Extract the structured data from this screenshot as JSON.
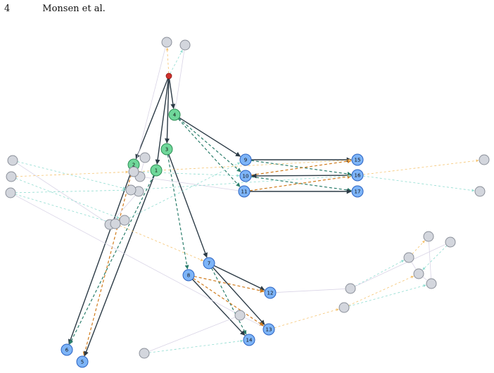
{
  "header": {
    "page_number": "4",
    "running_head": "Monsen et al."
  },
  "figure": {
    "colors": {
      "root": "#d0312d",
      "green_node": "#6fd79a",
      "blue_node": "#7db4f7",
      "gray_node": "#d3d6dd",
      "solid_edge": "#2b3a45",
      "teal_dash": "#2a7d6b",
      "orange_dash": "#d07b1c",
      "faint_edge": "#d9d4e6",
      "faint_teal": "#8fdcd0",
      "faint_orange": "#f5c471"
    },
    "nodes": [
      {
        "id": "root",
        "kind": "root"
      },
      {
        "id": "n1",
        "kind": "green",
        "label": "1"
      },
      {
        "id": "n2",
        "kind": "green",
        "label": "2"
      },
      {
        "id": "n3",
        "kind": "green",
        "label": "3"
      },
      {
        "id": "n4",
        "kind": "green",
        "label": "4"
      },
      {
        "id": "n5",
        "kind": "blue",
        "label": "5"
      },
      {
        "id": "n6",
        "kind": "blue",
        "label": "6"
      },
      {
        "id": "n7",
        "kind": "blue",
        "label": "7"
      },
      {
        "id": "n8",
        "kind": "blue",
        "label": "8"
      },
      {
        "id": "n9",
        "kind": "blue",
        "label": "9"
      },
      {
        "id": "n10",
        "kind": "blue",
        "label": "10"
      },
      {
        "id": "n11",
        "kind": "blue",
        "label": "11"
      },
      {
        "id": "n12",
        "kind": "blue",
        "label": "12"
      },
      {
        "id": "n13",
        "kind": "blue",
        "label": "13"
      },
      {
        "id": "n14",
        "kind": "blue",
        "label": "14"
      },
      {
        "id": "n15",
        "kind": "blue",
        "label": "15"
      },
      {
        "id": "n16",
        "kind": "blue",
        "label": "16"
      },
      {
        "id": "n17",
        "kind": "blue",
        "label": "17"
      },
      {
        "id": "g1",
        "kind": "gray"
      },
      {
        "id": "g2",
        "kind": "gray"
      },
      {
        "id": "g3",
        "kind": "gray"
      },
      {
        "id": "g4",
        "kind": "gray"
      },
      {
        "id": "g5",
        "kind": "gray"
      },
      {
        "id": "g6",
        "kind": "gray"
      },
      {
        "id": "g7",
        "kind": "gray"
      },
      {
        "id": "g8",
        "kind": "gray"
      },
      {
        "id": "g9",
        "kind": "gray"
      },
      {
        "id": "g10",
        "kind": "gray"
      },
      {
        "id": "g11",
        "kind": "gray"
      },
      {
        "id": "g12",
        "kind": "gray"
      },
      {
        "id": "g13",
        "kind": "gray"
      },
      {
        "id": "g14",
        "kind": "gray"
      },
      {
        "id": "g15",
        "kind": "gray"
      },
      {
        "id": "g16",
        "kind": "gray"
      },
      {
        "id": "g17",
        "kind": "gray"
      },
      {
        "id": "g18",
        "kind": "gray"
      },
      {
        "id": "g19",
        "kind": "gray"
      },
      {
        "id": "g20",
        "kind": "gray"
      },
      {
        "id": "g21",
        "kind": "gray"
      },
      {
        "id": "g22",
        "kind": "gray"
      },
      {
        "id": "g23",
        "kind": "gray"
      },
      {
        "id": "g24",
        "kind": "gray"
      }
    ],
    "edges": [
      {
        "from": "root",
        "to": "n1",
        "style": "solid"
      },
      {
        "from": "root",
        "to": "n2",
        "style": "solid"
      },
      {
        "from": "root",
        "to": "n3",
        "style": "solid"
      },
      {
        "from": "root",
        "to": "n4",
        "style": "solid"
      },
      {
        "from": "n4",
        "to": "n9",
        "style": "solid"
      },
      {
        "from": "n4",
        "to": "n10",
        "style": "teal"
      },
      {
        "from": "n4",
        "to": "n11",
        "style": "teal"
      },
      {
        "from": "n9",
        "to": "n15",
        "style": "solid"
      },
      {
        "from": "n9",
        "to": "n16",
        "style": "teal"
      },
      {
        "from": "n10",
        "to": "n15",
        "style": "orange"
      },
      {
        "from": "n10",
        "to": "n17",
        "style": "teal"
      },
      {
        "from": "n16",
        "to": "n10",
        "style": "solid"
      },
      {
        "from": "n11",
        "to": "n17",
        "style": "solid"
      },
      {
        "from": "n11",
        "to": "n16",
        "style": "orange"
      },
      {
        "from": "n3",
        "to": "n7",
        "style": "solid"
      },
      {
        "from": "n3",
        "to": "n8",
        "style": "teal"
      },
      {
        "from": "n7",
        "to": "n12",
        "style": "solid"
      },
      {
        "from": "n7",
        "to": "n13",
        "style": "solid"
      },
      {
        "from": "n7",
        "to": "n14",
        "style": "teal"
      },
      {
        "from": "n8",
        "to": "n12",
        "style": "orange"
      },
      {
        "from": "n8",
        "to": "n13",
        "style": "orange"
      },
      {
        "from": "n8",
        "to": "n14",
        "style": "solid"
      },
      {
        "from": "n2",
        "to": "n6",
        "style": "solid"
      },
      {
        "from": "n2",
        "to": "n5",
        "style": "orange"
      },
      {
        "from": "n1",
        "to": "n5",
        "style": "solid"
      },
      {
        "from": "n1",
        "to": "n6",
        "style": "teal"
      },
      {
        "from": "root",
        "to": "g1",
        "style": "faint-orange"
      },
      {
        "from": "root",
        "to": "g2",
        "style": "faint-teal"
      },
      {
        "from": "g1",
        "to": "g11",
        "style": "faint"
      },
      {
        "from": "g2",
        "to": "n4",
        "style": "faint"
      },
      {
        "from": "g3",
        "to": "g12",
        "style": "faint-teal"
      },
      {
        "from": "g3",
        "to": "g9",
        "style": "faint"
      },
      {
        "from": "g4",
        "to": "g10",
        "style": "faint-teal"
      },
      {
        "from": "g4",
        "to": "g11",
        "style": "faint-orange"
      },
      {
        "from": "g5",
        "to": "g12",
        "style": "faint-teal"
      },
      {
        "from": "g5",
        "to": "g13",
        "style": "faint-teal"
      },
      {
        "from": "g5",
        "to": "g15",
        "style": "faint"
      },
      {
        "from": "g6",
        "to": "g7",
        "style": "faint"
      },
      {
        "from": "g7",
        "to": "n11",
        "style": "faint"
      },
      {
        "from": "g8",
        "to": "g9",
        "style": "faint"
      },
      {
        "from": "g10",
        "to": "n9",
        "style": "faint-teal"
      },
      {
        "from": "g11",
        "to": "n10",
        "style": "faint-teal"
      },
      {
        "from": "g11",
        "to": "n15",
        "style": "faint-orange"
      },
      {
        "from": "g12",
        "to": "n16",
        "style": "faint-teal"
      },
      {
        "from": "g13",
        "to": "n7",
        "style": "faint-orange"
      },
      {
        "from": "n16",
        "to": "g16",
        "style": "faint-orange"
      },
      {
        "from": "n16",
        "to": "g17",
        "style": "faint-teal"
      },
      {
        "from": "n12",
        "to": "g18",
        "style": "faint"
      },
      {
        "from": "g18",
        "to": "g20",
        "style": "faint-teal"
      },
      {
        "from": "g19",
        "to": "g21",
        "style": "faint-orange"
      },
      {
        "from": "g19",
        "to": "g22",
        "style": "faint-teal"
      },
      {
        "from": "g20",
        "to": "g21",
        "style": "faint"
      },
      {
        "from": "g20",
        "to": "g23",
        "style": "faint-orange"
      },
      {
        "from": "g21",
        "to": "g22",
        "style": "faint"
      },
      {
        "from": "g22",
        "to": "g23",
        "style": "faint"
      },
      {
        "from": "g18",
        "to": "g24",
        "style": "faint"
      },
      {
        "from": "g24",
        "to": "g21",
        "style": "faint-teal"
      },
      {
        "from": "g14",
        "to": "n14",
        "style": "faint-teal"
      },
      {
        "from": "g15",
        "to": "g14",
        "style": "faint"
      },
      {
        "from": "n13",
        "to": "g19",
        "style": "faint-orange"
      },
      {
        "from": "g15",
        "to": "n13",
        "style": "faint"
      }
    ]
  }
}
